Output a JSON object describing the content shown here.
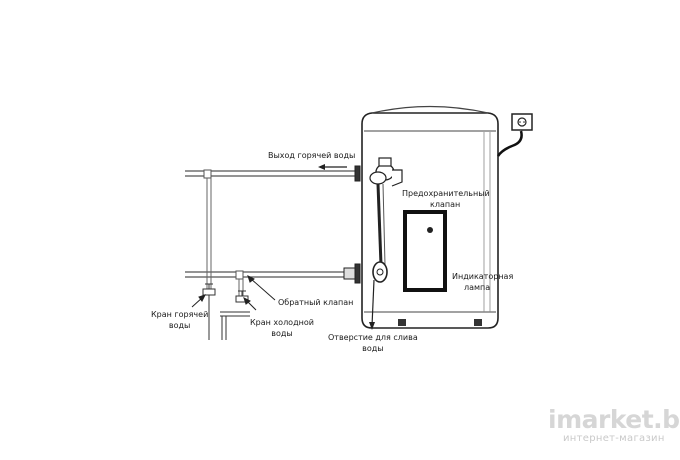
{
  "labels": {
    "hot_water_outlet": "Выход горячей воды",
    "safety_valve_line1": "Предохранительный",
    "safety_valve_line2": "клапан",
    "indicator_lamp_line1": "Индикаторная",
    "indicator_lamp_line2": "лампа",
    "check_valve": "Обратный клапан",
    "hot_tap_line1": "Кран горячей",
    "hot_tap_line2": "воды",
    "cold_tap_line1": "Кран холодной",
    "cold_tap_line2": "воды",
    "drain_line1": "Отверстие для слива",
    "drain_line2": "воды"
  },
  "watermark": {
    "brand": "imarket.by",
    "tagline": "интернет-магазин"
  }
}
